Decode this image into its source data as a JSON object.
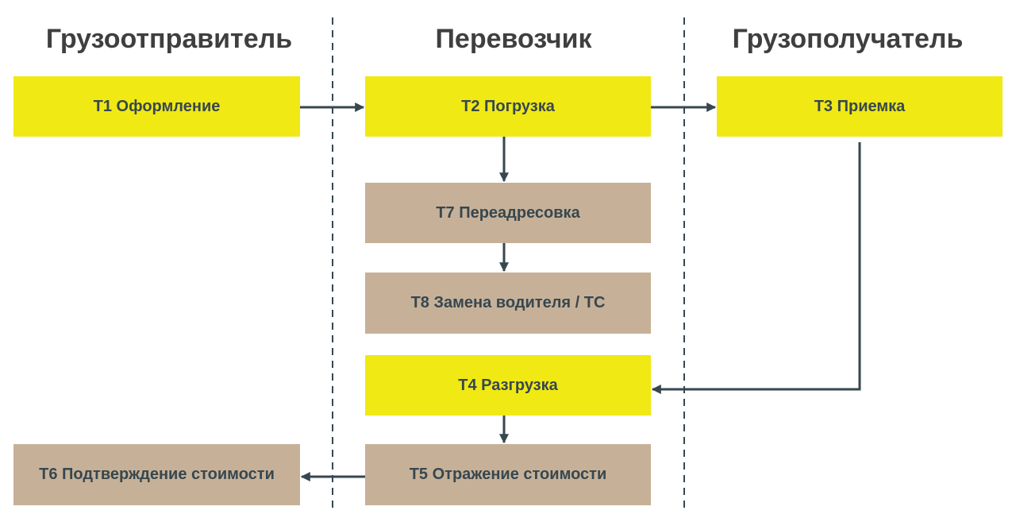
{
  "lanes": [
    {
      "id": "shipper",
      "title": "Грузоотправитель"
    },
    {
      "id": "carrier",
      "title": "Перевозчик"
    },
    {
      "id": "consignee",
      "title": "Грузополучатель"
    }
  ],
  "colors": {
    "primary_step": "#f0e914",
    "secondary_step": "#c6b198",
    "text": "#37474f",
    "lane_title": "#3f3f3f",
    "connector": "#37474f"
  },
  "steps": {
    "t1": {
      "label": "Т1 Оформление",
      "lane": "shipper",
      "style": "primary"
    },
    "t2": {
      "label": "Т2 Погрузка",
      "lane": "carrier",
      "style": "primary"
    },
    "t3": {
      "label": "Т3 Приемка",
      "lane": "consignee",
      "style": "primary"
    },
    "t7": {
      "label": "Т7 Переадресовка",
      "lane": "carrier",
      "style": "secondary"
    },
    "t8": {
      "label": "Т8 Замена водителя / ТС",
      "lane": "carrier",
      "style": "secondary"
    },
    "t4": {
      "label": "Т4 Разгрузка",
      "lane": "carrier",
      "style": "primary"
    },
    "t5": {
      "label": "Т5 Отражение стоимости",
      "lane": "carrier",
      "style": "secondary"
    },
    "t6": {
      "label": "Т6 Подтверждение стоимости",
      "lane": "shipper",
      "style": "secondary"
    }
  },
  "edges": [
    {
      "from": "t1",
      "to": "t2"
    },
    {
      "from": "t2",
      "to": "t3"
    },
    {
      "from": "t2",
      "to": "t7"
    },
    {
      "from": "t7",
      "to": "t8"
    },
    {
      "from": "t3",
      "to": "t4"
    },
    {
      "from": "t4",
      "to": "t5"
    },
    {
      "from": "t5",
      "to": "t6"
    }
  ]
}
